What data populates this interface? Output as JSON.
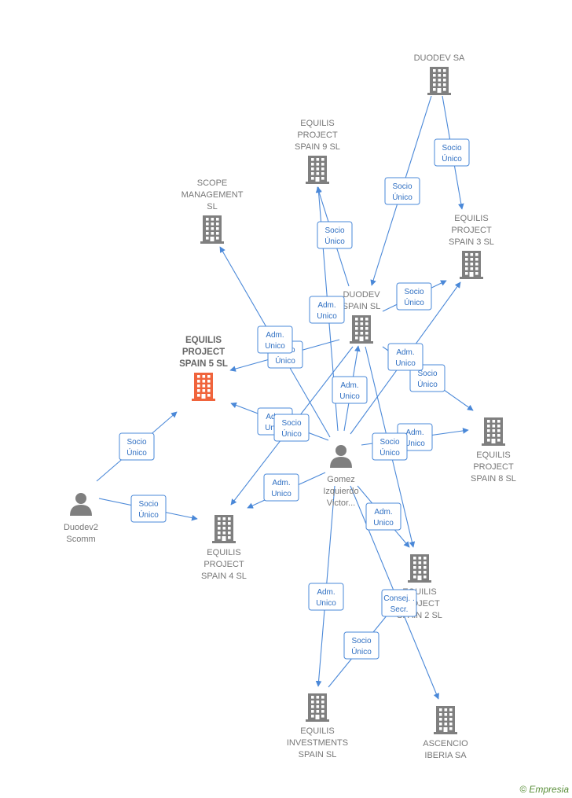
{
  "colors": {
    "edge": "#4a88d8",
    "company": "#7f7f7f",
    "highlight": "#f0643c",
    "person": "#7f7f7f"
  },
  "nodes": [
    {
      "id": "duodev_sa",
      "type": "company",
      "label": [
        "DUODEV SA"
      ]
    },
    {
      "id": "eq9",
      "type": "company",
      "label": [
        "EQUILIS",
        "PROJECT",
        "SPAIN 9  SL"
      ]
    },
    {
      "id": "scope",
      "type": "company",
      "label": [
        "SCOPE",
        "MANAGEMENT",
        "SL"
      ]
    },
    {
      "id": "eq3",
      "type": "company",
      "label": [
        "EQUILIS",
        "PROJECT",
        "SPAIN 3  SL"
      ]
    },
    {
      "id": "duodev_spain",
      "type": "company",
      "label": [
        "DUODEV",
        "SPAIN  SL"
      ]
    },
    {
      "id": "eq5",
      "type": "company_highlight",
      "label": [
        "EQUILIS",
        "PROJECT",
        "SPAIN 5  SL"
      ]
    },
    {
      "id": "eq8",
      "type": "company",
      "label": [
        "EQUILIS",
        "PROJECT",
        "SPAIN 8  SL"
      ]
    },
    {
      "id": "gomez",
      "type": "person",
      "label": [
        "Gomez",
        "Izquierdo",
        "Victor..."
      ]
    },
    {
      "id": "duodev2",
      "type": "person",
      "label": [
        "Duodev2",
        "Scomm"
      ]
    },
    {
      "id": "eq4",
      "type": "company",
      "label": [
        "EQUILIS",
        "PROJECT",
        "SPAIN 4  SL"
      ]
    },
    {
      "id": "eq2",
      "type": "company",
      "label": [
        "EQUILIS",
        "PROJECT",
        "SPAIN 2  SL"
      ]
    },
    {
      "id": "eqinv",
      "type": "company",
      "label": [
        "EQUILIS",
        "INVESTMENTS",
        "SPAIN  SL"
      ]
    },
    {
      "id": "ascencio",
      "type": "company",
      "label": [
        "ASCENCIO",
        "IBERIA SA"
      ]
    }
  ],
  "edges": [
    {
      "id": "e1",
      "from": "duodev_sa",
      "to": "duodev_spain",
      "label": [
        "Socio",
        "Único"
      ]
    },
    {
      "id": "e2",
      "from": "duodev_sa",
      "to": "eq3",
      "label": [
        "Socio",
        "Único"
      ]
    },
    {
      "id": "e3",
      "from": "duodev_spain",
      "to": "eq9",
      "label": [
        "Socio",
        "Único"
      ]
    },
    {
      "id": "e4",
      "from": "duodev_spain",
      "to": "eq3",
      "label": [
        "Socio",
        "Único"
      ]
    },
    {
      "id": "e5",
      "from": "duodev_spain",
      "to": "eq5",
      "label": [
        "Socio",
        "Único"
      ]
    },
    {
      "id": "e6",
      "from": "duodev_spain",
      "to": "eq8",
      "label": [
        "Socio",
        "Único"
      ]
    },
    {
      "id": "e7",
      "from": "gomez",
      "to": "eq9",
      "label": [
        "Adm.",
        "Unico"
      ]
    },
    {
      "id": "e8",
      "from": "gomez",
      "to": "scope",
      "label": [
        "Adm.",
        "Unico"
      ]
    },
    {
      "id": "e9",
      "from": "gomez",
      "to": "duodev_spain",
      "label": [
        "Adm.",
        "Unico"
      ]
    },
    {
      "id": "e10",
      "from": "gomez",
      "to": "eq3",
      "label": [
        "Adm.",
        "Unico"
      ]
    },
    {
      "id": "e11",
      "from": "gomez",
      "to": "eq5",
      "label": [
        "Adm.",
        "Unico"
      ]
    },
    {
      "id": "e12",
      "from": "duodev_spain",
      "to": "eq4",
      "label": [
        "Socio",
        "Único"
      ]
    },
    {
      "id": "e13",
      "from": "gomez",
      "to": "eq8",
      "label": [
        "Adm.",
        "Unico"
      ]
    },
    {
      "id": "e14",
      "from": "duodev_spain",
      "to": "eq2",
      "label": [
        "Socio",
        "Único"
      ]
    },
    {
      "id": "e15",
      "from": "gomez",
      "to": "eq4",
      "label": [
        "Adm.",
        "Unico"
      ]
    },
    {
      "id": "e16",
      "from": "gomez",
      "to": "eq2",
      "label": [
        "Adm.",
        "Unico"
      ]
    },
    {
      "id": "e17",
      "from": "gomez",
      "to": "eqinv",
      "label": [
        "Adm.",
        "Unico"
      ]
    },
    {
      "id": "e18",
      "from": "gomez",
      "to": "ascencio",
      "label": [
        "Consej. .",
        "Secr."
      ]
    },
    {
      "id": "e19",
      "from": "eqinv",
      "to": "eq2",
      "label": [
        "Socio",
        "Único"
      ]
    },
    {
      "id": "e20",
      "from": "duodev2",
      "to": "eq5",
      "label": [
        "Socio",
        "Único"
      ]
    },
    {
      "id": "e21",
      "from": "duodev2",
      "to": "eq4",
      "label": [
        "Socio",
        "Único"
      ]
    }
  ],
  "brand": {
    "copyright": "©",
    "name": "Empresia"
  }
}
